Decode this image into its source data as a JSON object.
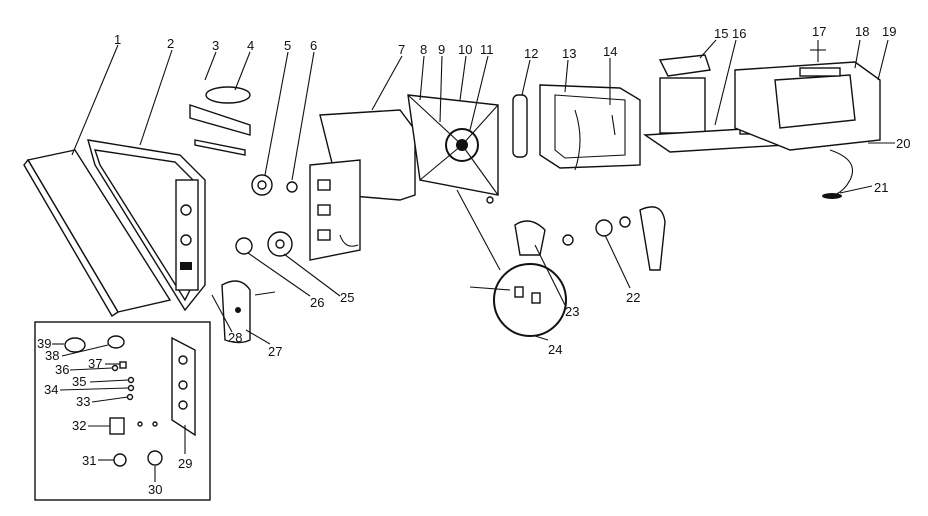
{
  "diagram": {
    "callouts": [
      "1",
      "2",
      "3",
      "4",
      "5",
      "6",
      "7",
      "8",
      "9",
      "10",
      "11",
      "12",
      "13",
      "14",
      "15",
      "16",
      "17",
      "18",
      "19",
      "20",
      "21",
      "22",
      "23",
      "24",
      "25",
      "26",
      "27",
      "28",
      "29",
      "30",
      "31",
      "32",
      "33",
      "34",
      "35",
      "36",
      "37",
      "38",
      "39"
    ],
    "colors": {
      "ink": "#111111",
      "paper": "#ffffff"
    }
  }
}
